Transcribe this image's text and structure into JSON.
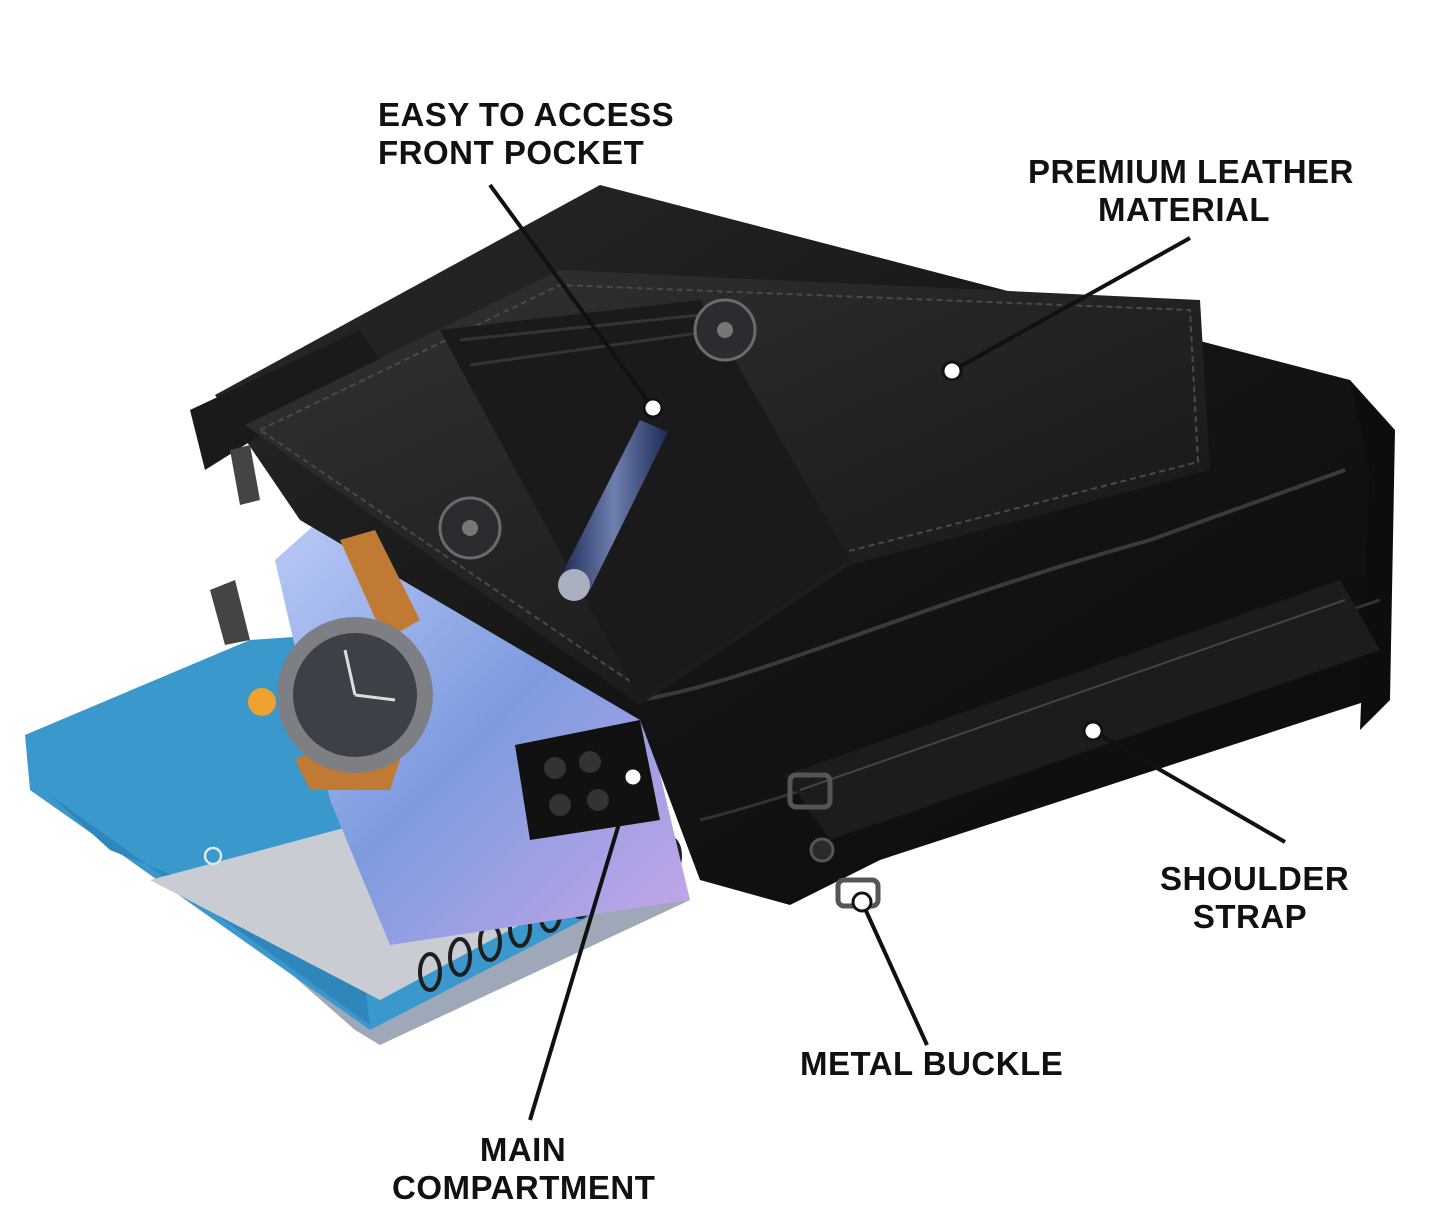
{
  "callouts": {
    "front_pocket": {
      "line1": "EASY TO ACCESS",
      "line2": "FRONT POCKET"
    },
    "leather": {
      "line1": "PREMIUM LEATHER",
      "line2": "MATERIAL"
    },
    "strap": {
      "line1": "SHOULDER",
      "line2": "STRAP"
    },
    "buckle": {
      "line1": "METAL BUCKLE"
    },
    "compartment": {
      "line1": "MAIN",
      "line2": "COMPARTMENT"
    }
  },
  "colors": {
    "leather": "#141414",
    "leather_highlight": "#2e2e2e",
    "notebook": "#3a98cc",
    "phone": "#8fb2e8",
    "watch_strap": "#c07a34",
    "callout_line": "#111111"
  }
}
